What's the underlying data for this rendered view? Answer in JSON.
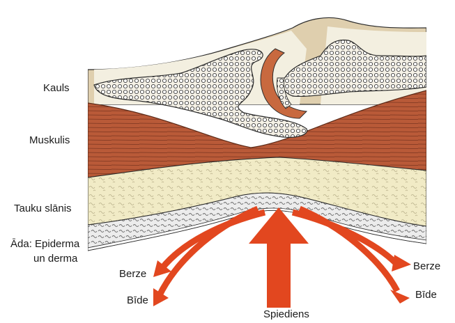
{
  "labels": {
    "bone": "Kauls",
    "muscle": "Muskulis",
    "fat": "Tauku slānis",
    "skin_line1": "Āda: Epiderma",
    "skin_line2": "un derma",
    "friction_left": "Berze",
    "shear_left": "Bīde",
    "friction_right": "Berze",
    "shear_right": "Bīde",
    "pressure": "Spiediens"
  },
  "colors": {
    "bone_marrow": "#f3efe0",
    "cartilage": "#dfcfae",
    "muscle": "#b95a38",
    "fat": "#f1ebc6",
    "skin": "#e6e6e6",
    "arrow": "#e2471f",
    "outline": "#2b2b2b"
  }
}
